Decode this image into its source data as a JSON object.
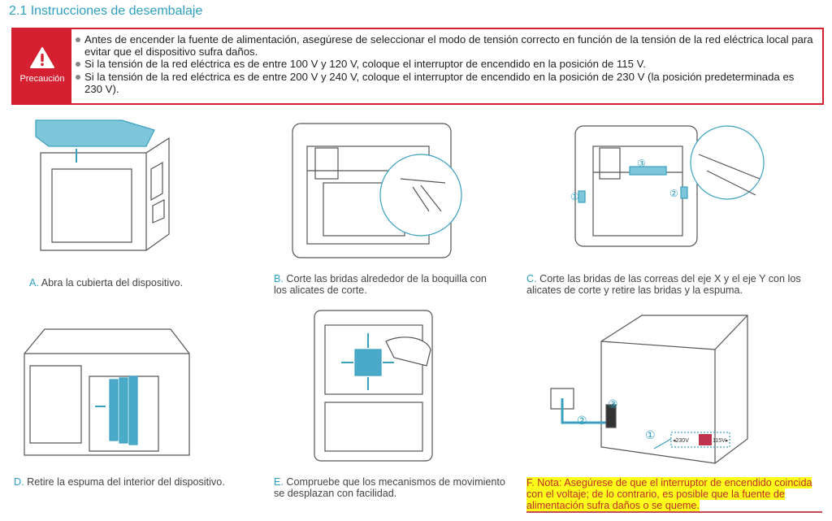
{
  "section_title": "2.1 Instrucciones de desembalaje",
  "caution": {
    "label": "Precaución",
    "items": [
      "Antes de encender la fuente de alimentación, asegúrese de seleccionar el modo de tensión correcto en función de la tensión de la red eléctrica local para evitar que el dispositivo sufra daños.",
      "Si la tensión de la red eléctrica es de entre 100 V y 120 V, coloque el interruptor de encendido en la posición de 115 V.",
      "Si la tensión de la red eléctrica es de entre 200 V y 240 V, coloque el interruptor de encendido en la posición de 230 V (la posición predeterminada es 230 V)."
    ]
  },
  "steps": [
    {
      "letter": "A.",
      "text": "Abra la cubierta del dispositivo."
    },
    {
      "letter": "B.",
      "text": "Corte las bridas alrededor de la boquilla con los alicates de corte."
    },
    {
      "letter": "C.",
      "text": "Corte las bridas de las correas del eje X y el eje Y con los alicates de corte y retire las bridas y la espuma."
    },
    {
      "letter": "D.",
      "text": "Retire la espuma del interior del dispositivo."
    },
    {
      "letter": "E.",
      "text": "Compruebe que los mecanismos de movimiento se desplazan con facilidad."
    },
    {
      "letter": "F.",
      "text": "Nota: Asegúrese de que el interruptor de encendido coincida con el voltaje; de lo contrario, es posible que la fuente de alimentación sufra daños o se queme."
    }
  ],
  "figure_labels": {
    "c1": "①",
    "c2": "②",
    "c3": "③",
    "f1": "①",
    "f2": "②",
    "f3": "③",
    "v230": "◂230V",
    "v115": "115V▸"
  },
  "colors": {
    "accent": "#2e9fc0",
    "warning": "#d42030",
    "highlight": "#ffff1a"
  }
}
